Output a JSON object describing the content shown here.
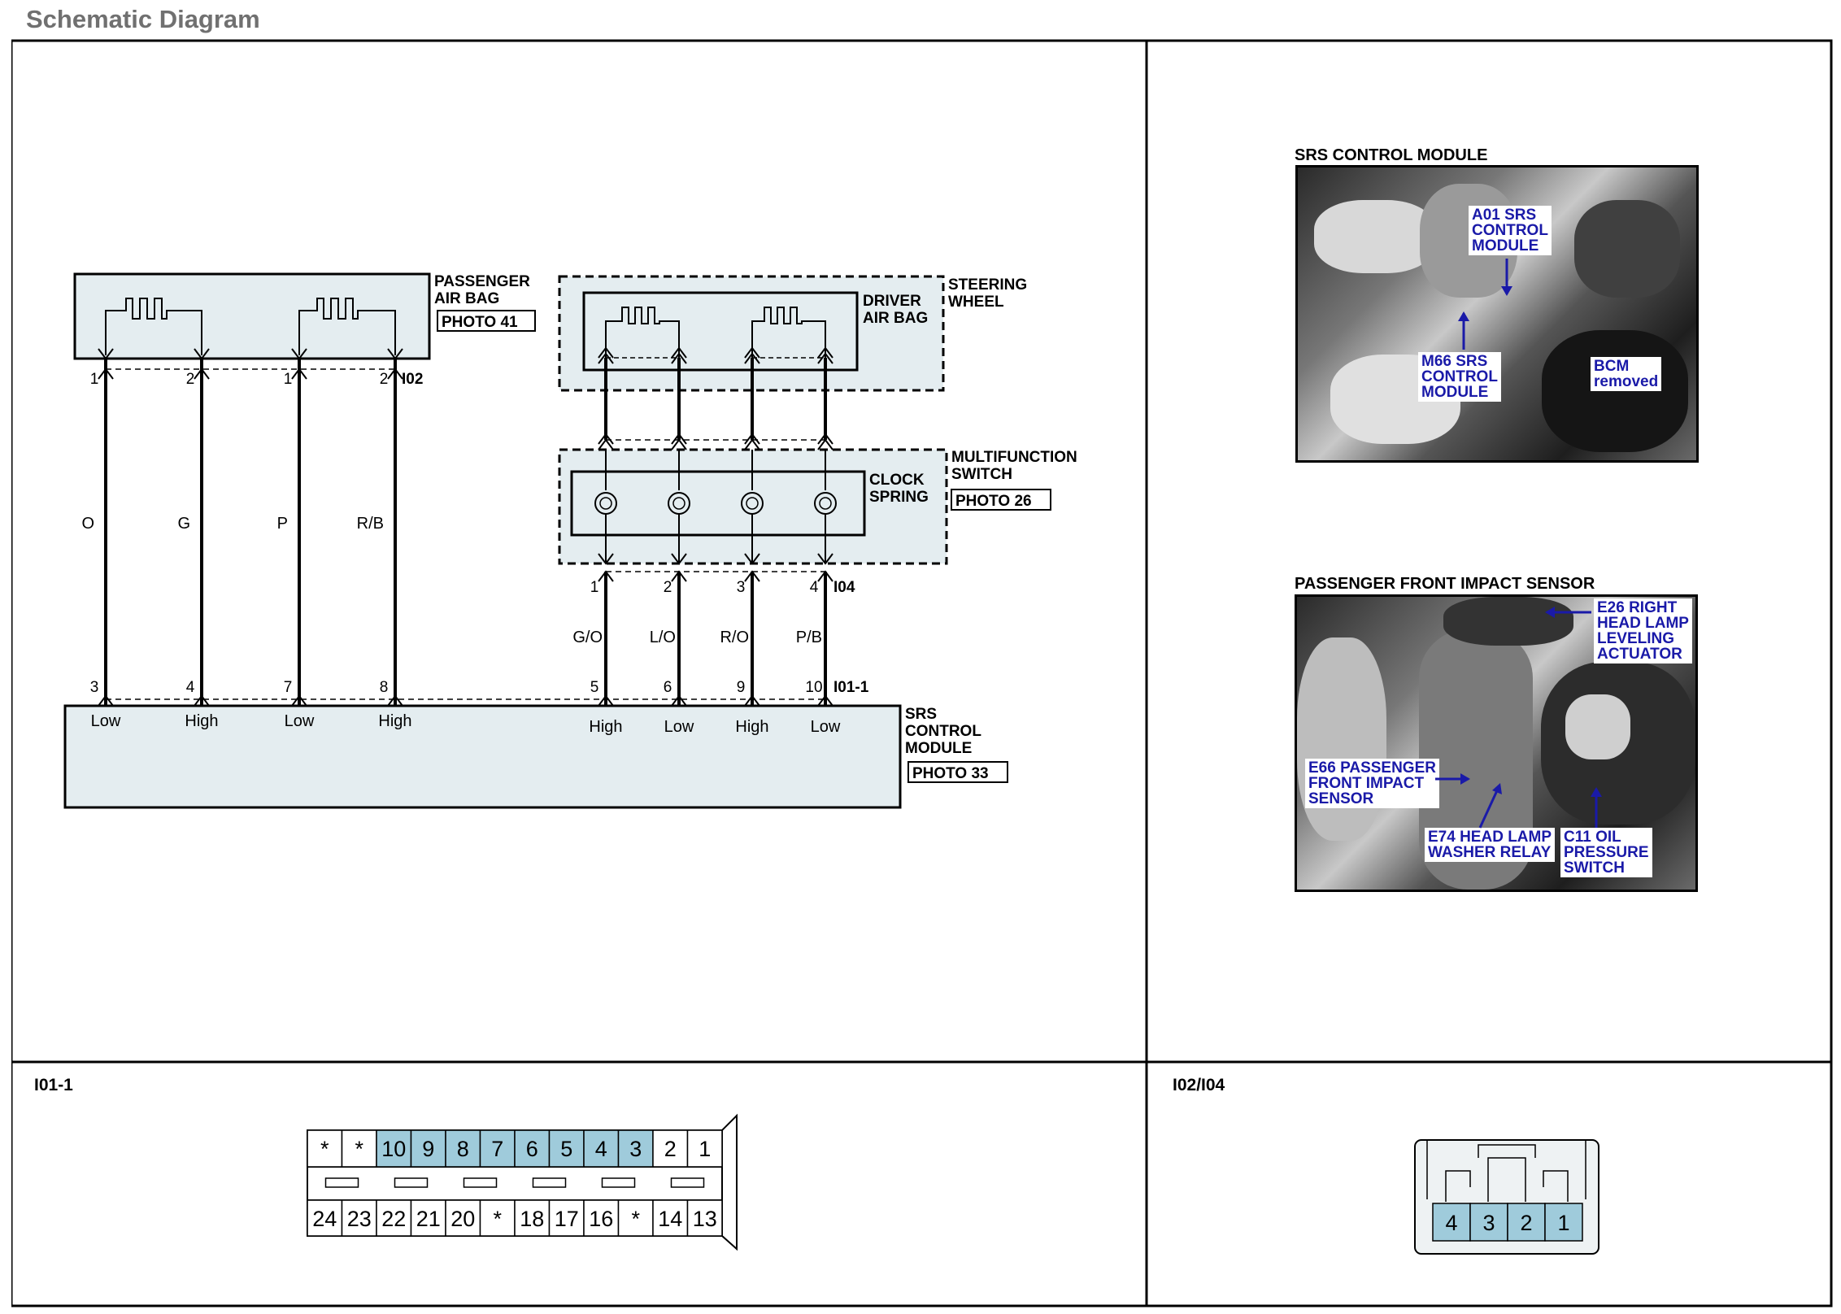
{
  "page_title": "Schematic Diagram",
  "components": {
    "passenger_airbag": {
      "name": "PASSENGER\nAIR BAG",
      "photo": "PHOTO 41",
      "connector": "I02",
      "pins": [
        "1",
        "2",
        "1",
        "2"
      ]
    },
    "steering_wheel": {
      "name": "STEERING\nWHEEL"
    },
    "driver_airbag": {
      "name": "DRIVER\nAIR BAG"
    },
    "multifunction_switch": {
      "name": "MULTIFUNCTION\nSWITCH",
      "photo": "PHOTO 26"
    },
    "clock_spring": {
      "name": "CLOCK\nSPRING",
      "connector": "I04",
      "pins": [
        "1",
        "2",
        "3",
        "4"
      ]
    },
    "srs_module": {
      "name": "SRS\nCONTROL\nMODULE",
      "photo": "PHOTO 33",
      "connector": "I01-1",
      "pins": [
        "3",
        "4",
        "7",
        "8",
        "5",
        "6",
        "9",
        "10"
      ],
      "pin_functions": [
        "Low",
        "High",
        "Low",
        "High",
        "High",
        "Low",
        "High",
        "Low"
      ]
    }
  },
  "wires": {
    "left": [
      "O",
      "G",
      "P",
      "R/B"
    ],
    "right": [
      "G/O",
      "L/O",
      "R/O",
      "P/B"
    ]
  },
  "photos": {
    "srs_control_module": {
      "title": "SRS CONTROL MODULE",
      "callouts": [
        "A01 SRS\nCONTROL\nMODULE",
        "M66 SRS\nCONTROL\nMODULE",
        "BCM\nremoved"
      ]
    },
    "passenger_front_impact_sensor": {
      "title": "PASSENGER FRONT IMPACT SENSOR",
      "callouts": [
        "E26 RIGHT\nHEAD LAMP\nLEVELING\nACTUATOR",
        "E66 PASSENGER\nFRONT IMPACT\nSENSOR",
        "E74 HEAD LAMP\nWASHER RELAY",
        "C11 OIL\nPRESSURE\nSWITCH"
      ]
    }
  },
  "connector_views": {
    "i01_1": {
      "label": "I01-1",
      "top_row": [
        "*",
        "*",
        "10",
        "9",
        "8",
        "7",
        "6",
        "5",
        "4",
        "3",
        "2",
        "1"
      ],
      "top_highlight": [
        false,
        false,
        true,
        true,
        true,
        true,
        true,
        true,
        true,
        true,
        false,
        false
      ],
      "bottom_row": [
        "24",
        "23",
        "22",
        "21",
        "20",
        "*",
        "18",
        "17",
        "16",
        "*",
        "14",
        "13"
      ],
      "bottom_highlight": [
        false,
        false,
        false,
        false,
        false,
        false,
        false,
        false,
        false,
        false,
        false,
        false
      ]
    },
    "i02_i04": {
      "label": "I02/I04",
      "pins": [
        "4",
        "3",
        "2",
        "1"
      ]
    }
  },
  "colors": {
    "component_fill": "#e4edf0",
    "pin_highlight": "#9fcbdb",
    "callout_text": "#1a1aa8",
    "title_gray": "#707070"
  }
}
